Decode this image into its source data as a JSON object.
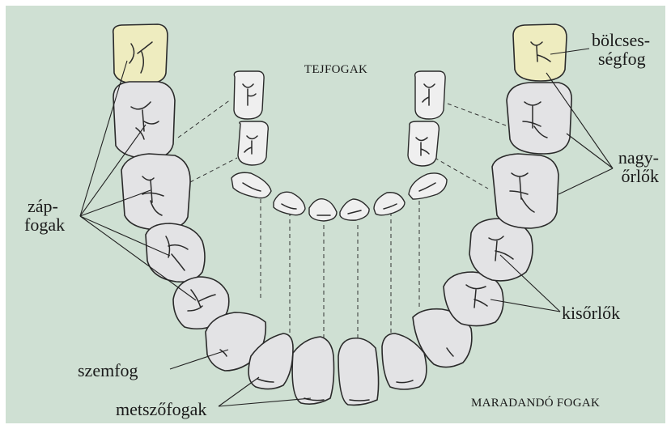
{
  "title": "TEJFOGAK",
  "footer": "MARADANDÓ FOGAK",
  "labels": {
    "wisdom": [
      "bölcses-",
      "ségfog"
    ],
    "molars": [
      "nagy-",
      "őrlők"
    ],
    "molar_group": [
      "záp-",
      "fogak"
    ],
    "premolars": "kisőrlők",
    "canine": "szemfog",
    "incisors": "metszőfogak"
  },
  "colors": {
    "background": "#cfe0d3",
    "border": "#ffffff",
    "tooth": "#e3e3e5",
    "wisdom_tooth": "#eeecbf",
    "outline": "#2a2a2a"
  }
}
